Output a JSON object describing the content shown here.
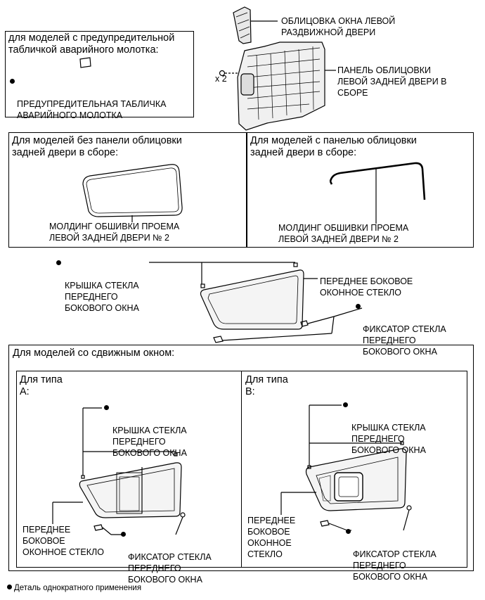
{
  "top": {
    "hammer_box_title": "для моделей с предупредительной\nтабличкой аварийного молотка:",
    "warning_plate_label": "ПРЕДУПРЕДИТЕЛЬНАЯ ТАБЛИЧКА\nАВАРИЙНОГО МОЛОТКА",
    "window_garnish_label": "ОБЛИЦОВКА ОКНА ЛЕВОЙ\nРАЗДВИЖНОЙ ДВЕРИ",
    "door_trim_label": "ПАНЕЛЬ ОБЛИЦОВКИ\nЛЕВОЙ ЗАДНЕЙ ДВЕРИ В\nСБОРЕ",
    "clip_count": "x 2"
  },
  "moulding": {
    "left_title": "Для моделей без панели облицовки\nзадней двери в сборе:",
    "left_label": "МОЛДИНГ ОБШИВКИ ПРОЕМА\nЛЕВОЙ ЗАДНЕЙ ДВЕРИ № 2",
    "right_title": "Для моделей с панелью облицовки\nзадней двери в сборе:",
    "right_label": "МОЛДИНГ ОБШИВКИ ПРОЕМА\nЛЕВОЙ ЗАДНЕЙ ДВЕРИ № 2"
  },
  "fixed_glass": {
    "cover_label": "КРЫШКА СТЕКЛА\nПЕРЕДНЕГО\nБОКОВОГО ОКНА",
    "glass_label": "ПЕРЕДНЕЕ БОКОВОЕ\nОКОННОЕ СТЕКЛО",
    "retainer_label": "ФИКСАТОР СТЕКЛА\nПЕРЕДНЕГО\nБОКОВОГО ОКНА"
  },
  "sliding": {
    "title": "Для моделей со сдвижным окном:",
    "type_a_title": "Для типа\nA:",
    "type_a_cover_label": "КРЫШКА СТЕКЛА\nПЕРЕДНЕГО\nБОКОВОГО ОКНА",
    "type_a_glass_label": "ПЕРЕДНЕЕ\nБОКОВОЕ\nОКОННОЕ СТЕКЛО",
    "type_a_retainer_label": "ФИКСАТОР СТЕКЛА\nПЕРЕДНЕГО\nБОКОВОГО ОКНА",
    "type_b_title": "Для типа\nB:",
    "type_b_cover_label": "КРЫШКА СТЕКЛА\nПЕРЕДНЕГО\nБОКОВОГО ОКНА",
    "type_b_glass_label": "ПЕРЕДНЕЕ\nБОКОВОЕ\nОКОННОЕ\nСТЕКЛО",
    "type_b_retainer_label": "ФИКСАТОР СТЕКЛА\nПЕРЕДНЕГО\nБОКОВОГО ОКНА"
  },
  "footnote": "Деталь однократного применения"
}
